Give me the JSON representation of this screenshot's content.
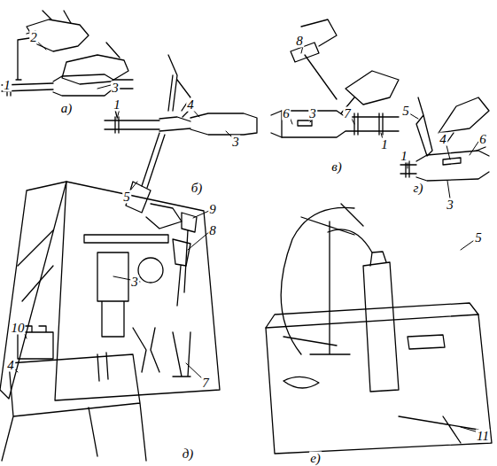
{
  "diagram": {
    "labels": [
      "2",
      "1",
      "3",
      "а)",
      "1",
      "4",
      "3",
      "5",
      "б)",
      "8",
      "6",
      "3",
      "7",
      "1",
      "в)",
      "5",
      "4",
      "6",
      "1",
      "3",
      "г)",
      "9",
      "8",
      "3",
      "10",
      "4",
      "7",
      "д)",
      "5",
      "11",
      "е)"
    ]
  }
}
